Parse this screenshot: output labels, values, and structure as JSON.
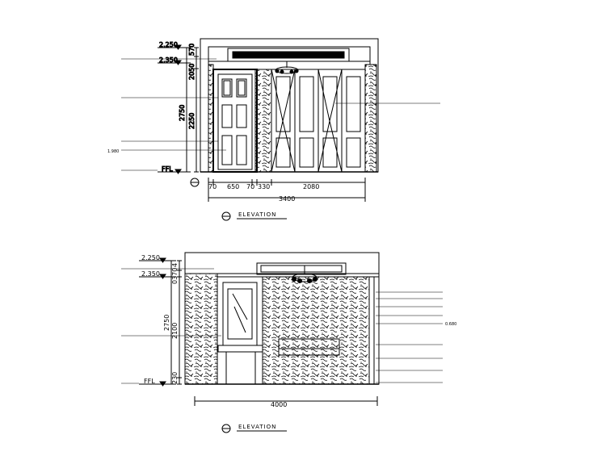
{
  "drawing_1": {
    "levels": [
      "2.250",
      "2.350",
      "FFL"
    ],
    "vertical_dims": [
      "570",
      "2050",
      "2750",
      "2250"
    ],
    "horizontal_dims": [
      "70",
      "650",
      "70",
      "330",
      "2080"
    ],
    "overall_width": "3400",
    "left_notes": [
      "1.980"
    ],
    "title": "ELEVATION"
  },
  "drawing_2": {
    "levels": [
      "2.250",
      "2.350",
      "FFL"
    ],
    "vertical_dims": [
      "4",
      "0370",
      "2750",
      "2100",
      "230"
    ],
    "overall_width": "4000",
    "right_notes": [
      "0.680"
    ],
    "title": "ELEVATION"
  },
  "icons": [
    "level-marker-icon",
    "section-symbol-icon",
    "chandelier-icon"
  ]
}
